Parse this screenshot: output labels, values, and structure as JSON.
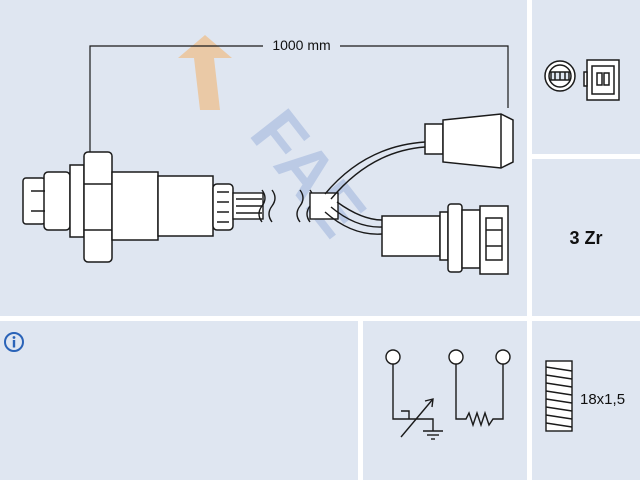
{
  "dimension_label": "1000 mm",
  "pin_type_label": "3 Zr",
  "thread_label": "18x1,5",
  "watermark_text": "FAE",
  "colors": {
    "panel_bg": "#dfe6f1",
    "line": "#1a1a1a",
    "info_blue": "#2a63b8",
    "watermark_orange": "#f3b36a",
    "watermark_blue": "#9fb4dc"
  },
  "icons": [
    "info-icon",
    "round-connector-icon",
    "square-connector-icon",
    "heater-ground-symbol",
    "heater-resistor-symbol",
    "thread-icon"
  ]
}
